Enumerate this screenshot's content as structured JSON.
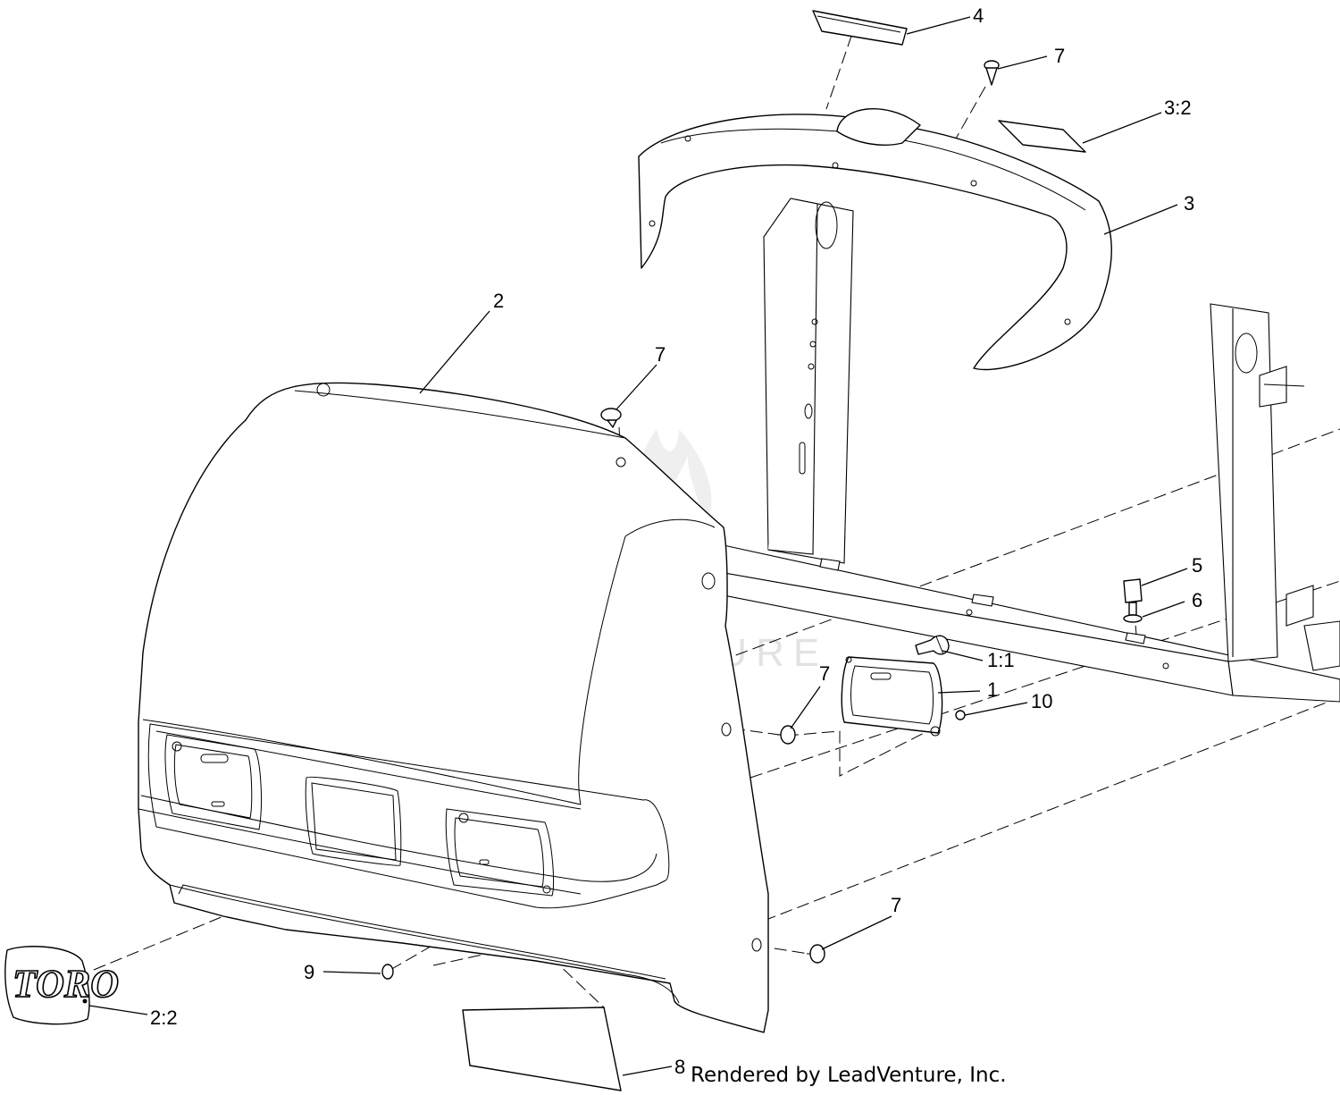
{
  "diagram": {
    "callouts": {
      "c1": "1",
      "c1_1": "1:1",
      "c2": "2",
      "c2_2": "2:2",
      "c3": "3",
      "c3_2": "3:2",
      "c4": "4",
      "c5": "5",
      "c6": "6",
      "c7": "7",
      "c8": "8",
      "c9": "9",
      "c10": "10"
    },
    "logo_decal_text": "TORO",
    "watermark_text": "LEADVENTURE",
    "footer_credit": "Rendered by LeadVenture, Inc."
  }
}
